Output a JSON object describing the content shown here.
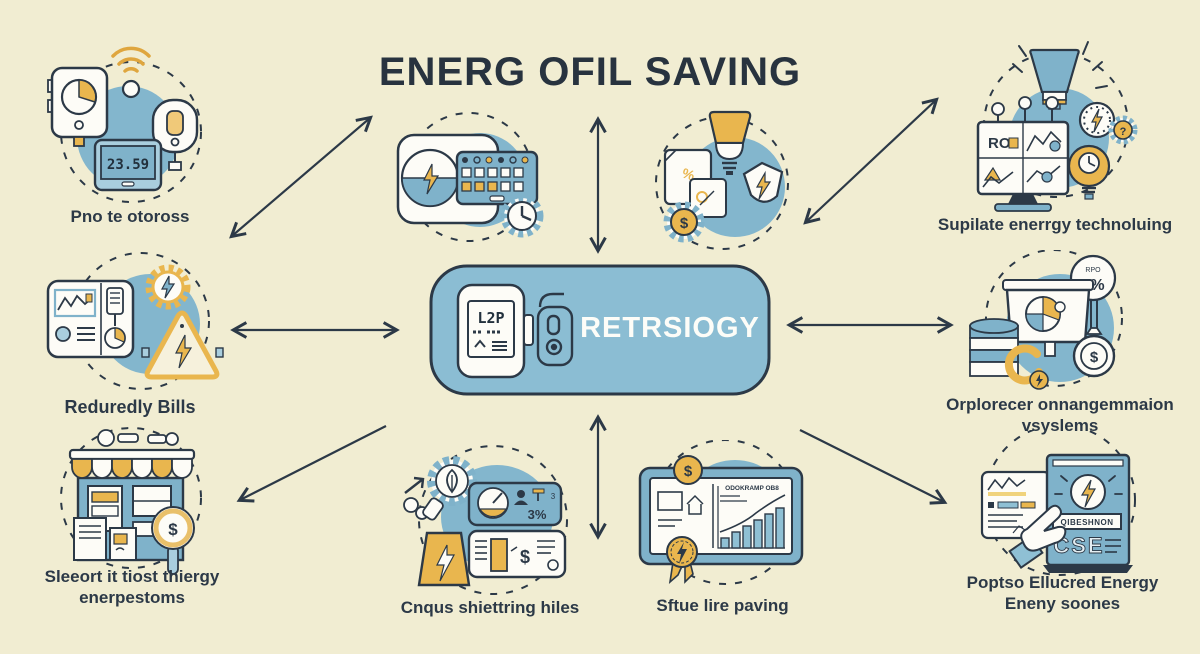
{
  "title": "ENERG OFIL SAVING",
  "hub": {
    "label": "RETRSIOGY",
    "screen": "L2P"
  },
  "nodes": {
    "smart_meters": {
      "label": "Pno te otoross",
      "display": "23.59"
    },
    "reduced_bills": {
      "label": "Reduredly Bills"
    },
    "store": {
      "label1": "Sleeort it tiost thiergy",
      "label2": "enerpestoms",
      "dollar": "$"
    },
    "bulb_docs": {
      "pct1": "%",
      "pct2": "%",
      "dollar": "$"
    },
    "energy_tech": {
      "label": "Supilate enerrgy technoluing",
      "monitor": "RO",
      "question": "?"
    },
    "management": {
      "label1": "Orplorecer onnangemmaion",
      "label2": "vsyslems",
      "badge_top": "RPO",
      "badge": "5%",
      "dollar": "$"
    },
    "metering": {
      "label": "Cnqus shiettring hiles",
      "percent": "3%",
      "percent_small": "3",
      "dollar": "$"
    },
    "savings": {
      "label": "Sftue lire paving",
      "header": "ODOKRAMP OB8",
      "dollar": "$"
    },
    "poster": {
      "label1": "Poptso Ellucred Energy",
      "label2": "Eneny soones",
      "banner": "QIBESHNON",
      "word": "CSE"
    }
  },
  "colors": {
    "background": "#f1edd2",
    "navy": "#2c3947",
    "blob_blue": "#83b6cd",
    "hub_blue": "#8bbdd3",
    "panel_blue": "#7fb2ca",
    "light_blue": "#a9cede",
    "yellow": "#e9b64e",
    "white": "#fdfcf7"
  }
}
